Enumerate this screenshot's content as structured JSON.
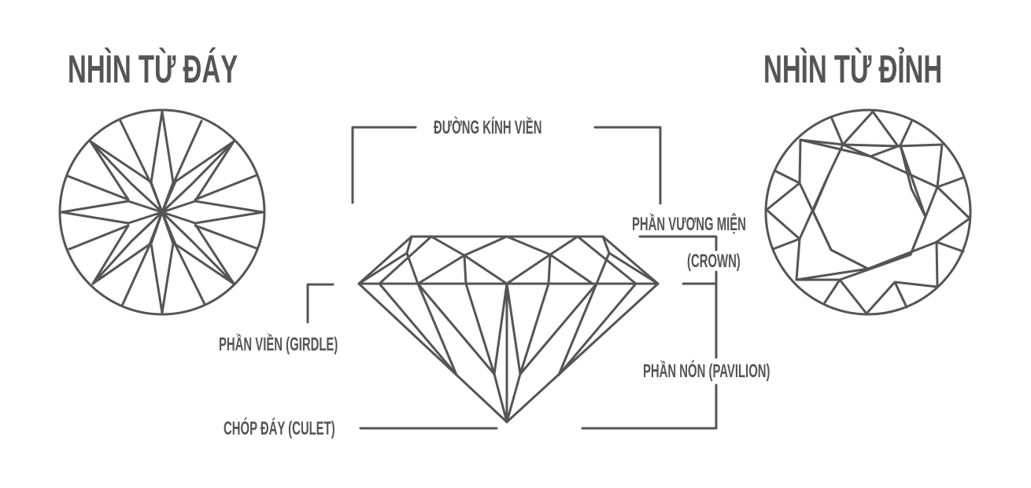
{
  "titles": {
    "bottom_view": "NHÌN TỪ ĐÁY",
    "top_view": "NHÌN TỪ ĐỈNH"
  },
  "labels": {
    "diameter": "ĐƯỜNG KÍNH VIỀN",
    "crown": "PHẦN VƯƠNG MIỆN",
    "crown_en": "(CROWN)",
    "girdle": "PHẦN VIỀN (GIRDLE)",
    "pavilion": "PHẦN NÓN (PAVILION)",
    "culet": "CHÓP ĐÁY (CULET)"
  },
  "colors": {
    "stroke": "#555557",
    "text": "#555557",
    "background": "#ffffff"
  }
}
